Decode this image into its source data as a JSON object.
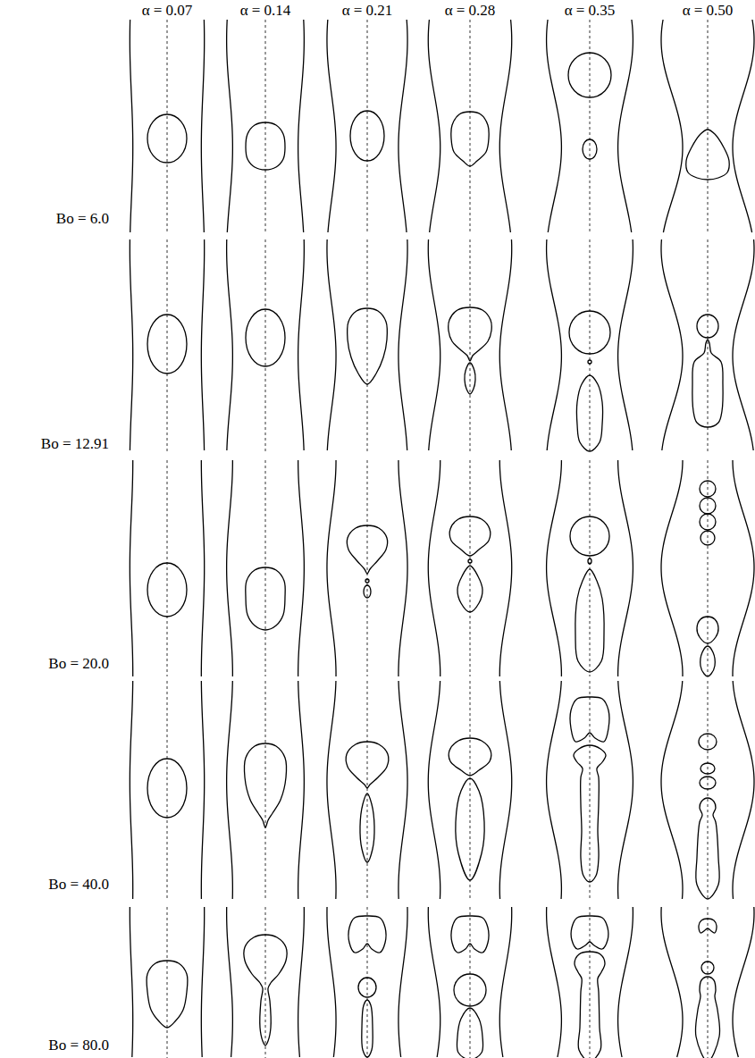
{
  "diagram": {
    "labels": [
      "α = 0.07",
      "α = 0.14",
      "α = 0.21",
      "α = 0.28",
      "α = 0.35",
      "α = 0.50",
      "Bo = 6.0",
      "Bo = 12.91",
      "Bo = 20.0",
      "Bo = 40.0",
      "Bo = 80.0"
    ]
  }
}
